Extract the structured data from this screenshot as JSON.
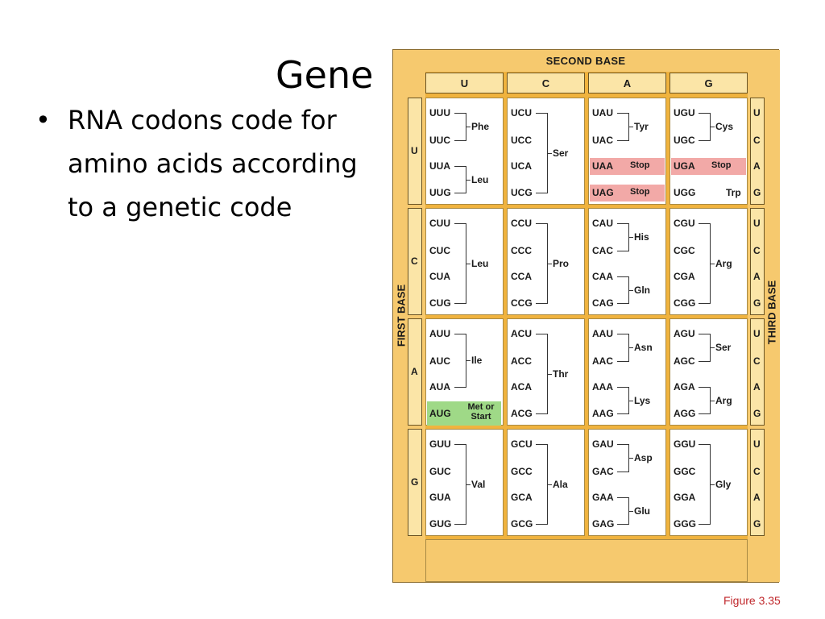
{
  "slide": {
    "title": "Gene",
    "bullets": [
      "RNA codons code for amino acids according to a genetic code"
    ],
    "figure_caption": "Figure 3.35"
  },
  "table": {
    "second_base_label": "SECOND BASE",
    "first_base_label": "FIRST BASE",
    "third_base_label": "THIRD BASE",
    "bases": [
      "U",
      "C",
      "A",
      "G"
    ],
    "rows": [
      {
        "first": "U",
        "cells": [
          {
            "codons": [
              "UUU",
              "UUC",
              "UUA",
              "UUG"
            ],
            "groups": [
              {
                "label": "Phe",
                "span": [
                  0,
                  1
                ]
              },
              {
                "label": "Leu",
                "span": [
                  2,
                  3
                ]
              }
            ]
          },
          {
            "codons": [
              "UCU",
              "UCC",
              "UCA",
              "UCG"
            ],
            "groups": [
              {
                "label": "Ser",
                "span": [
                  0,
                  3
                ]
              }
            ]
          },
          {
            "codons": [
              "UAU",
              "UAC",
              "UAA",
              "UAG"
            ],
            "groups": [
              {
                "label": "Tyr",
                "span": [
                  0,
                  1
                ]
              },
              {
                "label": "Stop",
                "single": 2,
                "type": "stop"
              },
              {
                "label": "Stop",
                "single": 3,
                "type": "stop"
              }
            ]
          },
          {
            "codons": [
              "UGU",
              "UGC",
              "UGA",
              "UGG"
            ],
            "groups": [
              {
                "label": "Cys",
                "span": [
                  0,
                  1
                ]
              },
              {
                "label": "Stop",
                "single": 2,
                "type": "stop"
              },
              {
                "label": "Trp",
                "single": 3
              }
            ]
          }
        ]
      },
      {
        "first": "C",
        "cells": [
          {
            "codons": [
              "CUU",
              "CUC",
              "CUA",
              "CUG"
            ],
            "groups": [
              {
                "label": "Leu",
                "span": [
                  0,
                  3
                ]
              }
            ]
          },
          {
            "codons": [
              "CCU",
              "CCC",
              "CCA",
              "CCG"
            ],
            "groups": [
              {
                "label": "Pro",
                "span": [
                  0,
                  3
                ]
              }
            ]
          },
          {
            "codons": [
              "CAU",
              "CAC",
              "CAA",
              "CAG"
            ],
            "groups": [
              {
                "label": "His",
                "span": [
                  0,
                  1
                ]
              },
              {
                "label": "Gln",
                "span": [
                  2,
                  3
                ]
              }
            ]
          },
          {
            "codons": [
              "CGU",
              "CGC",
              "CGA",
              "CGG"
            ],
            "groups": [
              {
                "label": "Arg",
                "span": [
                  0,
                  3
                ]
              }
            ]
          }
        ]
      },
      {
        "first": "A",
        "cells": [
          {
            "codons": [
              "AUU",
              "AUC",
              "AUA",
              "AUG"
            ],
            "groups": [
              {
                "label": "Ile",
                "span": [
                  0,
                  2
                ]
              },
              {
                "label": "Met or Start",
                "single": 3,
                "type": "start"
              }
            ]
          },
          {
            "codons": [
              "ACU",
              "ACC",
              "ACA",
              "ACG"
            ],
            "groups": [
              {
                "label": "Thr",
                "span": [
                  0,
                  3
                ]
              }
            ]
          },
          {
            "codons": [
              "AAU",
              "AAC",
              "AAA",
              "AAG"
            ],
            "groups": [
              {
                "label": "Asn",
                "span": [
                  0,
                  1
                ]
              },
              {
                "label": "Lys",
                "span": [
                  2,
                  3
                ]
              }
            ]
          },
          {
            "codons": [
              "AGU",
              "AGC",
              "AGA",
              "AGG"
            ],
            "groups": [
              {
                "label": "Ser",
                "span": [
                  0,
                  1
                ]
              },
              {
                "label": "Arg",
                "span": [
                  2,
                  3
                ]
              }
            ]
          }
        ]
      },
      {
        "first": "G",
        "cells": [
          {
            "codons": [
              "GUU",
              "GUC",
              "GUA",
              "GUG"
            ],
            "groups": [
              {
                "label": "Val",
                "span": [
                  0,
                  3
                ]
              }
            ]
          },
          {
            "codons": [
              "GCU",
              "GCC",
              "GCA",
              "GCG"
            ],
            "groups": [
              {
                "label": "Ala",
                "span": [
                  0,
                  3
                ]
              }
            ]
          },
          {
            "codons": [
              "GAU",
              "GAC",
              "GAA",
              "GAG"
            ],
            "groups": [
              {
                "label": "Asp",
                "span": [
                  0,
                  1
                ]
              },
              {
                "label": "Glu",
                "span": [
                  2,
                  3
                ]
              }
            ]
          },
          {
            "codons": [
              "GGU",
              "GGC",
              "GGA",
              "GGG"
            ],
            "groups": [
              {
                "label": "Gly",
                "span": [
                  0,
                  3
                ]
              }
            ]
          }
        ]
      }
    ],
    "colors": {
      "stop": "#f2a9a7",
      "start": "#9fd987",
      "frame": "#f0b33e",
      "header": "#fbe5a7",
      "caption": "#c0282c"
    }
  }
}
